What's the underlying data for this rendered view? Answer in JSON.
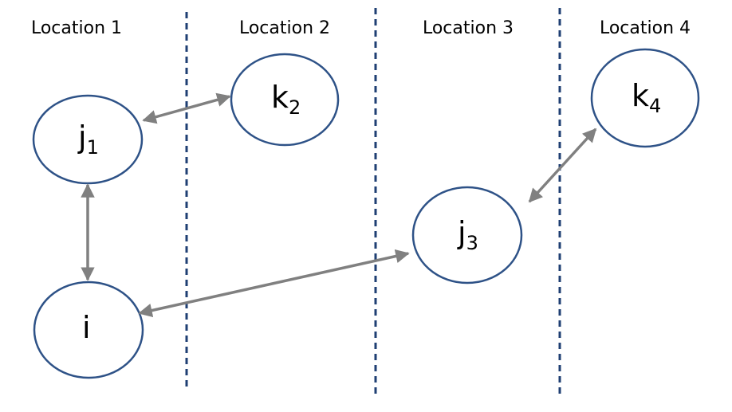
{
  "locations": [
    {
      "label": "Location 1"
    },
    {
      "label": "Location 2"
    },
    {
      "label": "Location 3"
    },
    {
      "label": "Location 4"
    }
  ],
  "nodes": {
    "j1": {
      "base": "j",
      "sub": "1"
    },
    "k2": {
      "base": "k",
      "sub": "2"
    },
    "j3": {
      "base": "j",
      "sub": "3"
    },
    "k4": {
      "base": "k",
      "sub": "4"
    },
    "i": {
      "base": "i",
      "sub": ""
    }
  },
  "colors": {
    "node_stroke": "#2e5287",
    "divider": "#1f3f73",
    "arrow": "#808080",
    "text": "#000000",
    "background": "#ffffff"
  },
  "connections": [
    {
      "from": "j1",
      "to": "k2",
      "type": "bidirectional"
    },
    {
      "from": "j1",
      "to": "i",
      "type": "bidirectional"
    },
    {
      "from": "i",
      "to": "j3",
      "type": "bidirectional"
    },
    {
      "from": "j3",
      "to": "k4",
      "type": "bidirectional"
    }
  ]
}
